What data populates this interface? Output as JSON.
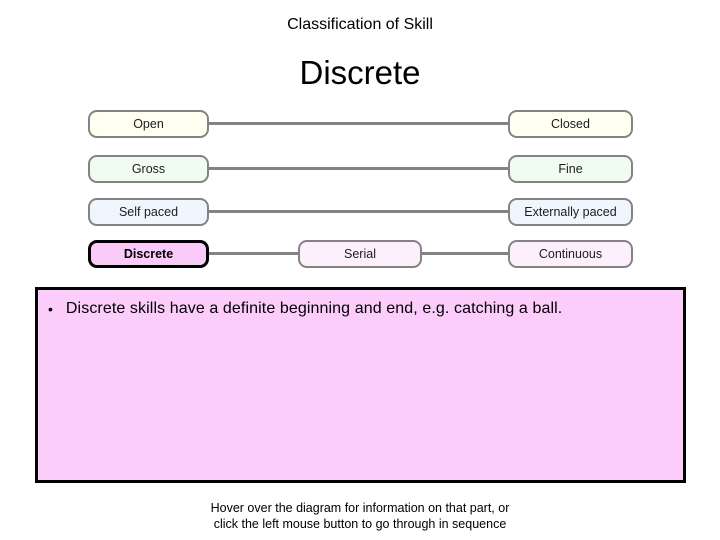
{
  "header": {
    "subtitle": "Classification of Skill",
    "title": "Discrete"
  },
  "diagram": {
    "rows": [
      {
        "buttons": [
          {
            "label": "Open"
          },
          {
            "label": "Closed"
          }
        ]
      },
      {
        "buttons": [
          {
            "label": "Gross"
          },
          {
            "label": "Fine"
          }
        ]
      },
      {
        "buttons": [
          {
            "label": "Self paced"
          },
          {
            "label": "Externally paced"
          }
        ]
      },
      {
        "buttons": [
          {
            "label": "Discrete"
          },
          {
            "label": "Serial"
          },
          {
            "label": "Continuous"
          }
        ]
      }
    ],
    "selected": "Discrete"
  },
  "info_box": {
    "bullet": "•",
    "text": "Discrete skills have a definite beginning and end, e.g. catching a ball."
  },
  "footer": {
    "line1": "Hover over the diagram for information on that part, or",
    "line2": "click the left mouse button to go through in sequence"
  },
  "colors": {
    "environment_row_fill": "#FFFFF2",
    "muscular_row_fill": "#F0FCF0",
    "pacing_row_fill": "#EFF6FD",
    "continuity_row_fill": "#FDF0FC",
    "selected_node_fill": "#FACBF8",
    "selected_node_border": "#000000",
    "info_box_fill": "#FCCCFA",
    "info_box_border": "#000000",
    "node_border": "#848284",
    "connector": "#848284"
  }
}
